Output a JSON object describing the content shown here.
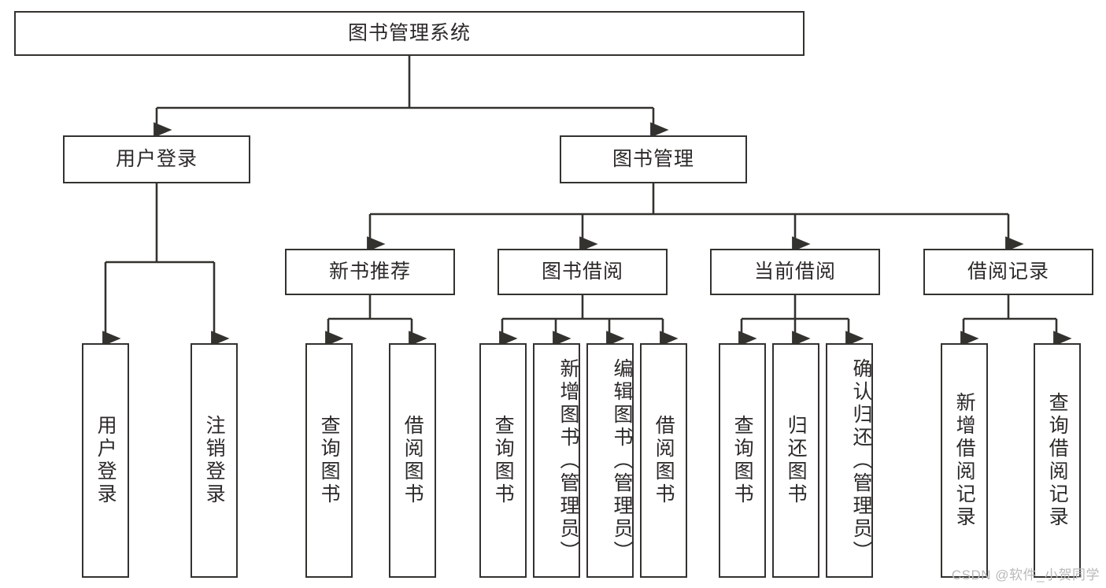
{
  "diagram": {
    "title_node": {
      "label": "图书管理系统"
    },
    "level2": [
      {
        "id": "user-login",
        "label": "用户登录"
      },
      {
        "id": "book-management",
        "label": "图书管理"
      }
    ],
    "level3": [
      {
        "id": "new-book-recommend",
        "label": "新书推荐"
      },
      {
        "id": "book-borrow",
        "label": "图书借阅"
      },
      {
        "id": "current-borrow",
        "label": "当前借阅"
      },
      {
        "id": "borrow-record",
        "label": "借阅记录"
      }
    ],
    "leaves": [
      {
        "id": "leaf-user-login",
        "label": "用户登录",
        "parent": "user-login"
      },
      {
        "id": "leaf-user-logout",
        "label": "注销登录",
        "parent": "user-login"
      },
      {
        "id": "leaf-query-book-1",
        "label": "查询图书",
        "parent": "new-book-recommend"
      },
      {
        "id": "leaf-borrow-book-1",
        "label": "借阅图书",
        "parent": "new-book-recommend"
      },
      {
        "id": "leaf-query-book-2",
        "label": "查询图书",
        "parent": "book-borrow"
      },
      {
        "id": "leaf-add-book",
        "label": "新增图书（管理员）",
        "parent": "book-borrow"
      },
      {
        "id": "leaf-edit-book",
        "label": "编辑图书（管理员）",
        "parent": "book-borrow"
      },
      {
        "id": "leaf-borrow-book-2",
        "label": "借阅图书",
        "parent": "book-borrow"
      },
      {
        "id": "leaf-query-book-3",
        "label": "查询图书",
        "parent": "current-borrow"
      },
      {
        "id": "leaf-return-book",
        "label": "归还图书",
        "parent": "current-borrow"
      },
      {
        "id": "leaf-confirm-return",
        "label": "确认归还（管理员）",
        "parent": "current-borrow"
      },
      {
        "id": "leaf-add-record",
        "label": "新增借阅记录",
        "parent": "borrow-record"
      },
      {
        "id": "leaf-query-record",
        "label": "查询借阅记录",
        "parent": "borrow-record"
      }
    ],
    "colors": {
      "stroke": "#33322f",
      "box_fill": "#ffffff",
      "text": "#2b2a28",
      "watermark": "#b9b9b9"
    }
  },
  "watermark": {
    "text": "CSDN @软件_小贺同学"
  }
}
